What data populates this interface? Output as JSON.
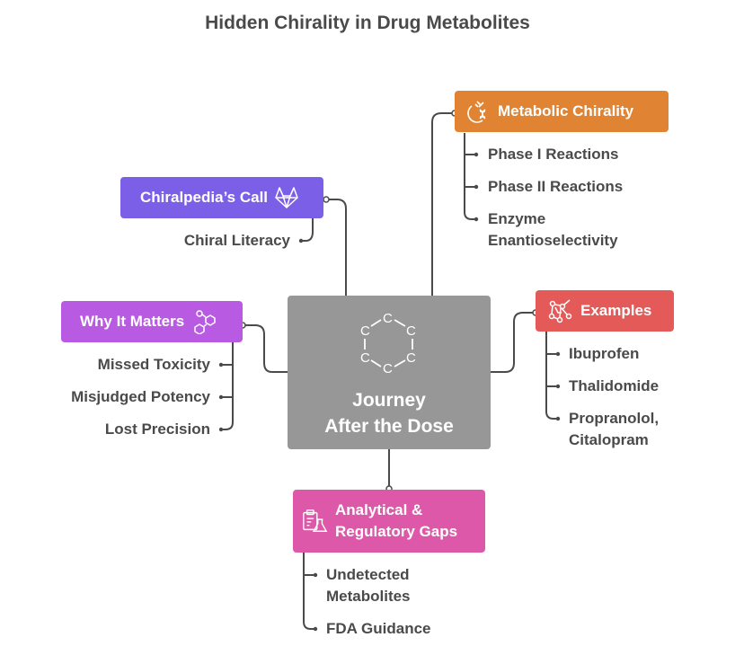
{
  "title": "Hidden Chirality in Drug Metabolites",
  "center": {
    "label_line1": "Journey",
    "label_line2": "After the Dose",
    "icon": "benzene-ring-icon"
  },
  "colors": {
    "center": "#979797",
    "metabolic": "#E08433",
    "chiralpedia": "#7B5FE6",
    "why": "#B95BE2",
    "examples": "#E35A58",
    "gaps": "#DD58A8",
    "line": "#4a4a4a"
  },
  "branches": {
    "metabolic": {
      "label": "Metabolic Chirality",
      "icon": "metabolism-dna-icon",
      "items": [
        "Phase I Reactions",
        "Phase II Reactions",
        "Enzyme",
        "Enantioselectivity"
      ]
    },
    "chiralpedia": {
      "label": "Chiralpedia’s Call",
      "icon": "gitlab-fox-icon",
      "items": [
        "Chiral Literacy"
      ]
    },
    "why": {
      "label": "Why It Matters",
      "icon": "molecule-icon",
      "items": [
        "Missed Toxicity",
        "Misjudged Potency",
        "Lost Precision"
      ]
    },
    "examples": {
      "label": "Examples",
      "icon": "molecule-network-icon",
      "items": [
        "Ibuprofen",
        "Thalidomide",
        "Propranolol,",
        "Citalopram"
      ]
    },
    "gaps": {
      "label_line1": "Analytical &",
      "label_line2": "Regulatory Gaps",
      "icon": "clipboard-flask-icon",
      "items": [
        "Undetected",
        "Metabolites",
        "FDA Guidance"
      ]
    }
  }
}
